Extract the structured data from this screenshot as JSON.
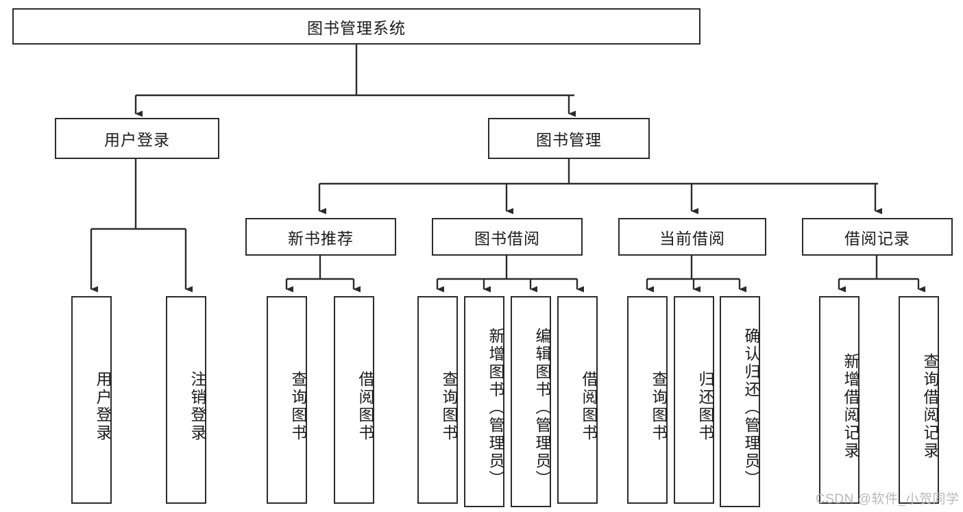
{
  "diagram": {
    "type": "tree",
    "title": "图书管理系统",
    "orientation": "top-down",
    "stroke_color": "#2b2b2b",
    "text_color": "#1b1b1b",
    "background_color": "#ffffff"
  },
  "nodes": {
    "root": {
      "label": "图书管理系统",
      "level": 1
    },
    "level2": [
      {
        "label": "用户登录",
        "level": 2
      },
      {
        "label": "图书管理",
        "level": 2
      }
    ],
    "level3": [
      {
        "label": "新书推荐",
        "level": 3
      },
      {
        "label": "图书借阅",
        "level": 3
      },
      {
        "label": "当前借阅",
        "level": 3
      },
      {
        "label": "借阅记录",
        "level": 3
      }
    ],
    "leaves": {
      "user_login": [
        {
          "label": "用户登录"
        },
        {
          "label": "注销登录"
        }
      ],
      "new_book_recommend": [
        {
          "label": "查询图书"
        },
        {
          "label": "借阅图书"
        }
      ],
      "book_borrow": [
        {
          "label": "查询图书"
        },
        {
          "label": "新增图书（管理员）"
        },
        {
          "label": "编辑图书（管理员）"
        },
        {
          "label": "借阅图书"
        }
      ],
      "current_borrow": [
        {
          "label": "查询图书"
        },
        {
          "label": "归还图书"
        },
        {
          "label": "确认归还（管理员）"
        }
      ],
      "borrow_record": [
        {
          "label": "新增借阅记录"
        },
        {
          "label": "查询借阅记录"
        }
      ]
    }
  },
  "watermark": {
    "text": "CSDN @软件_小贺同学"
  }
}
